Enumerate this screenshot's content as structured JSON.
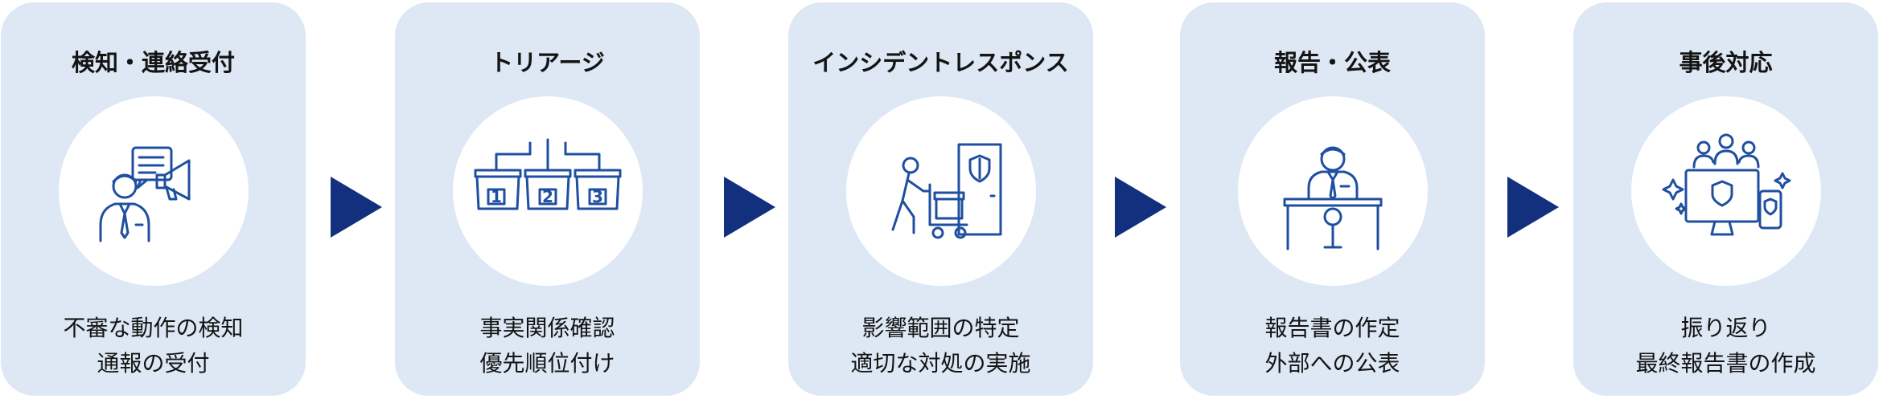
{
  "steps": [
    {
      "title": "検知・連絡受付",
      "lines": [
        "不審な動作の検知",
        "通報の受付"
      ],
      "icon": "megaphone-person-icon"
    },
    {
      "title": "トリアージ",
      "lines": [
        "事実関係確認",
        "優先順位付け"
      ],
      "icon": "triage-boxes-icon"
    },
    {
      "title": "インシデントレスポンス",
      "lines": [
        "影響範囲の特定",
        "適切な対処の実施"
      ],
      "icon": "cart-door-icon"
    },
    {
      "title": "報告・公表",
      "lines": [
        "報告書の作定",
        "外部への公表"
      ],
      "icon": "press-podium-icon"
    },
    {
      "title": "事後対応",
      "lines": [
        "振り返り",
        "最終報告書の作成"
      ],
      "icon": "team-devices-icon"
    }
  ],
  "triage_labels": [
    "1",
    "2",
    "3"
  ],
  "colors": {
    "card": "#dde8f4",
    "arrow": "#13307e",
    "icon": "#1f4fa0"
  }
}
